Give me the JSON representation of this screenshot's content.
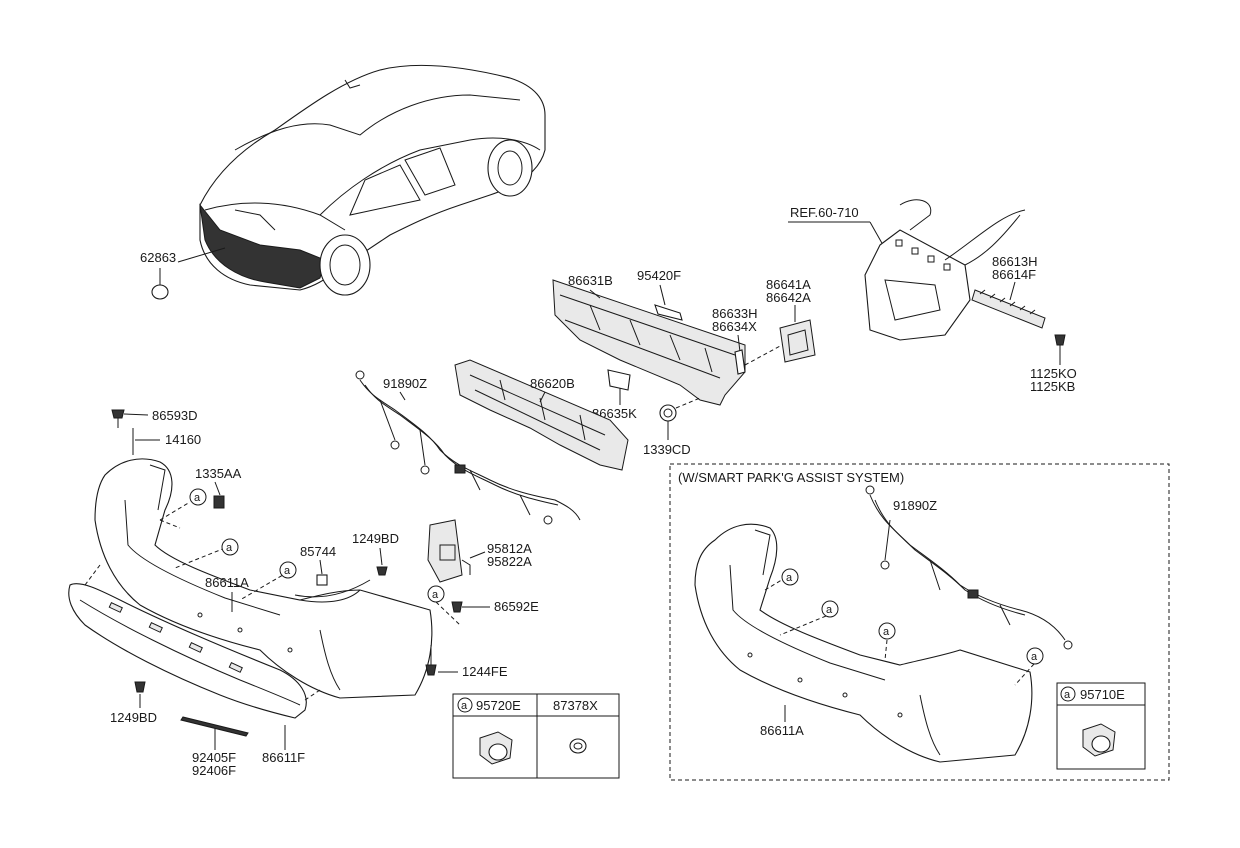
{
  "diagram": {
    "ref_label": "REF.60-710",
    "smart_park_label": "(W/SMART PARK'G ASSIST SYSTEM)",
    "callout_letter": "a",
    "parts": {
      "p62863": "62863",
      "p86631B": "86631B",
      "p95420F": "95420F",
      "p86641A": "86641A",
      "p86642A": "86642A",
      "p86633H": "86633H",
      "p86634X": "86634X",
      "p86613H": "86613H",
      "p86614F": "86614F",
      "p1125KO": "1125KO",
      "p1125KB": "1125KB",
      "p91890Z": "91890Z",
      "p86620B": "86620B",
      "p86635K": "86635K",
      "p1339CD": "1339CD",
      "p86593D": "86593D",
      "p14160": "14160",
      "p1335AA": "1335AA",
      "p1249BD_top": "1249BD",
      "p85744": "85744",
      "p95812A": "95812A",
      "p95822A": "95822A",
      "p86611A": "86611A",
      "p86592E": "86592E",
      "p1244FE": "1244FE",
      "p1249BD_bottom": "1249BD",
      "p92405F": "92405F",
      "p92406F": "92406F",
      "p86611F": "86611F",
      "p95720E": "95720E",
      "p87378X": "87378X",
      "p91890Z_b": "91890Z",
      "p86611A_b": "86611A",
      "p95710E": "95710E"
    }
  }
}
